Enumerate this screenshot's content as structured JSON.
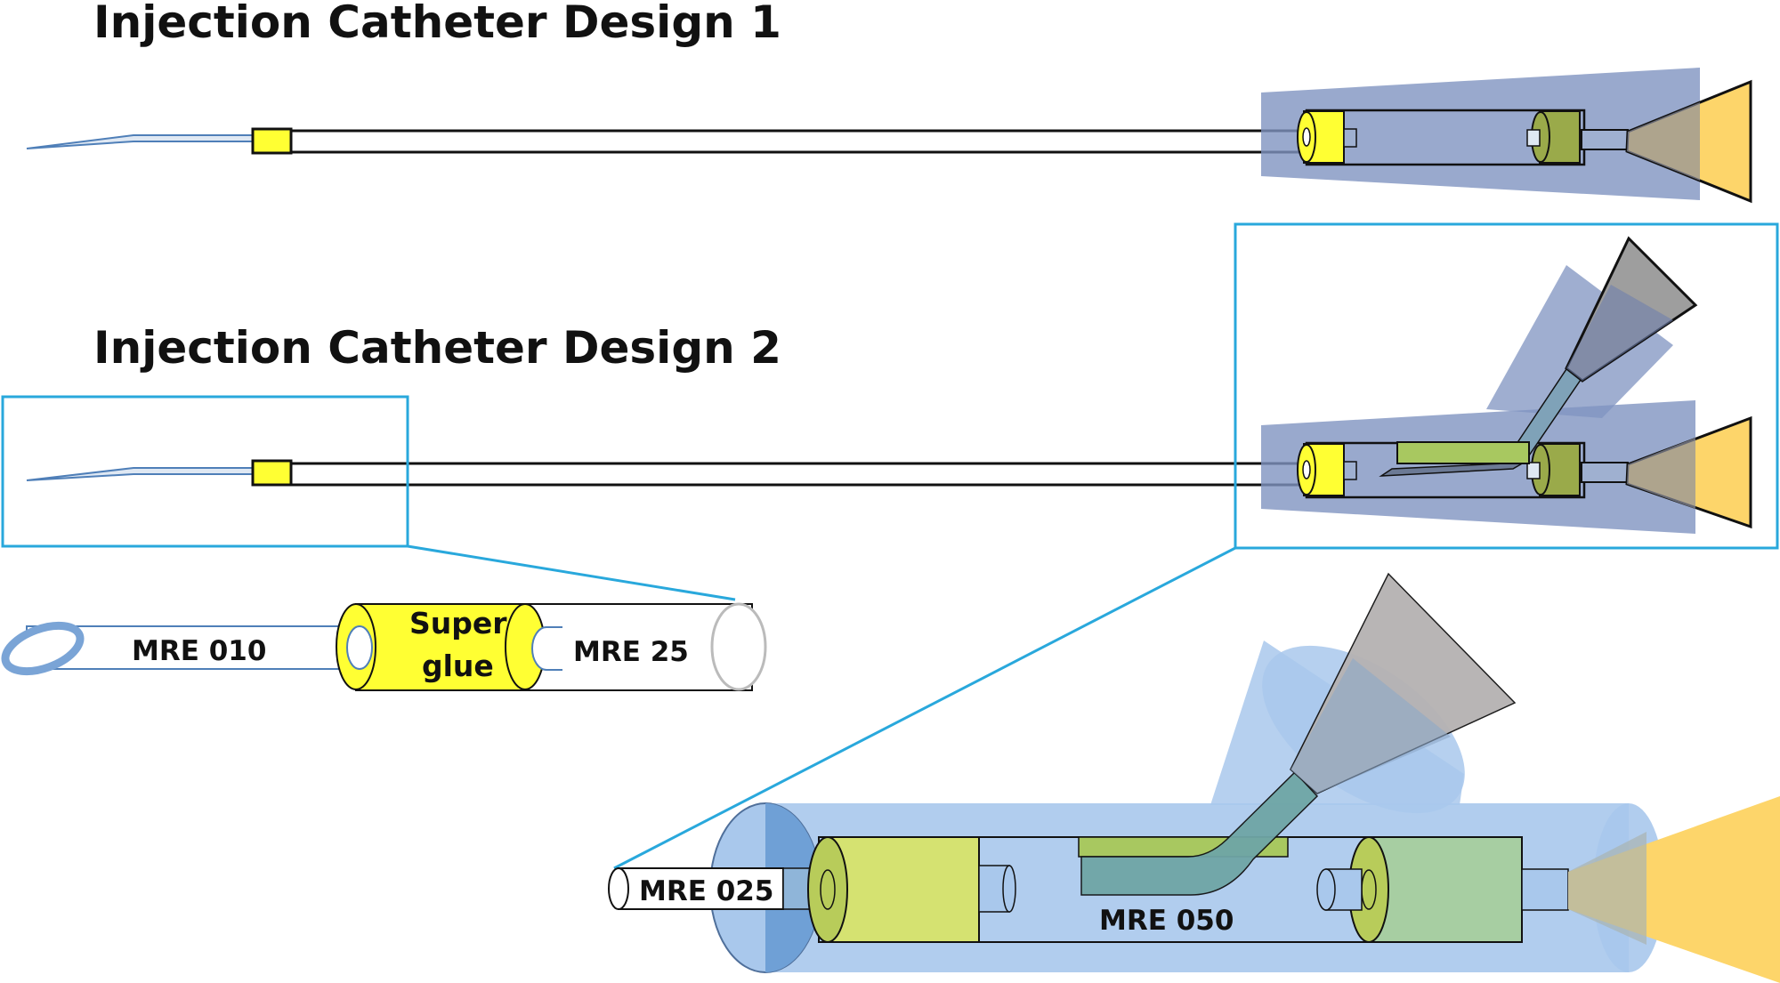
{
  "titles": {
    "design1": "Injection Catheter Design 1",
    "design2": "Injection Catheter Design 2"
  },
  "labels": {
    "mre010": "MRE 010",
    "superglue_line1": "Super",
    "superglue_line2": "glue",
    "mre25": "MRE 25",
    "mre025": "MRE 025",
    "mre050": "MRE 050"
  },
  "colors": {
    "callout_frame": "#29a8dc",
    "glue": "#ffff33",
    "hub_translucent": "#7f93c0",
    "hub_light": "#a9c8ec",
    "funnel": "#fdd56a",
    "plug_green": "#9aaa4a",
    "bar_green": "#a8c860",
    "gray_funnel": "#9e9e9e"
  }
}
